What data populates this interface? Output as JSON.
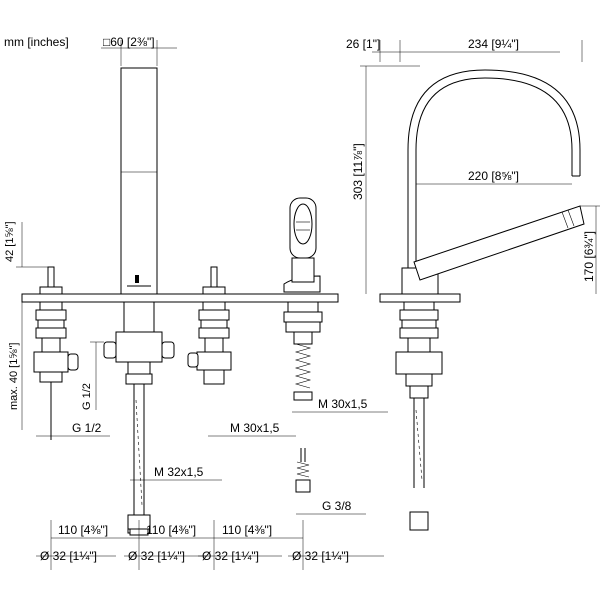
{
  "units_note": "mm [inches]",
  "left_view": {
    "handshower_diameter": "□60 [2⅜\"]",
    "lever_height": "42 [1⅝\"]",
    "max_deck": "max. 40 [1⅝\"]",
    "thread_g12_vertical": "G 1/2",
    "thread_g12": "G 1/2",
    "thread_m30_lower": "M 30x1,5",
    "thread_m30_upper": "M 30x1,5",
    "thread_m32": "M 32x1,5",
    "thread_g38": "G 3/8",
    "spacings": [
      "110 [4⅜\"]",
      "110 [4⅜\"]",
      "110 [4⅜\"]"
    ],
    "holes": [
      "Ø 32 [1¼\"]",
      "Ø 32 [1¼\"]",
      "Ø 32 [1¼\"]",
      "Ø 32 [1¼\"]"
    ]
  },
  "right_view": {
    "offset": "26 [1\"]",
    "reach_total": "234 [9¼\"]",
    "height": "303 [11⅞\"]",
    "reach_inner": "220 [8⅝\"]",
    "handle_height": "170 [6¾\"]"
  }
}
